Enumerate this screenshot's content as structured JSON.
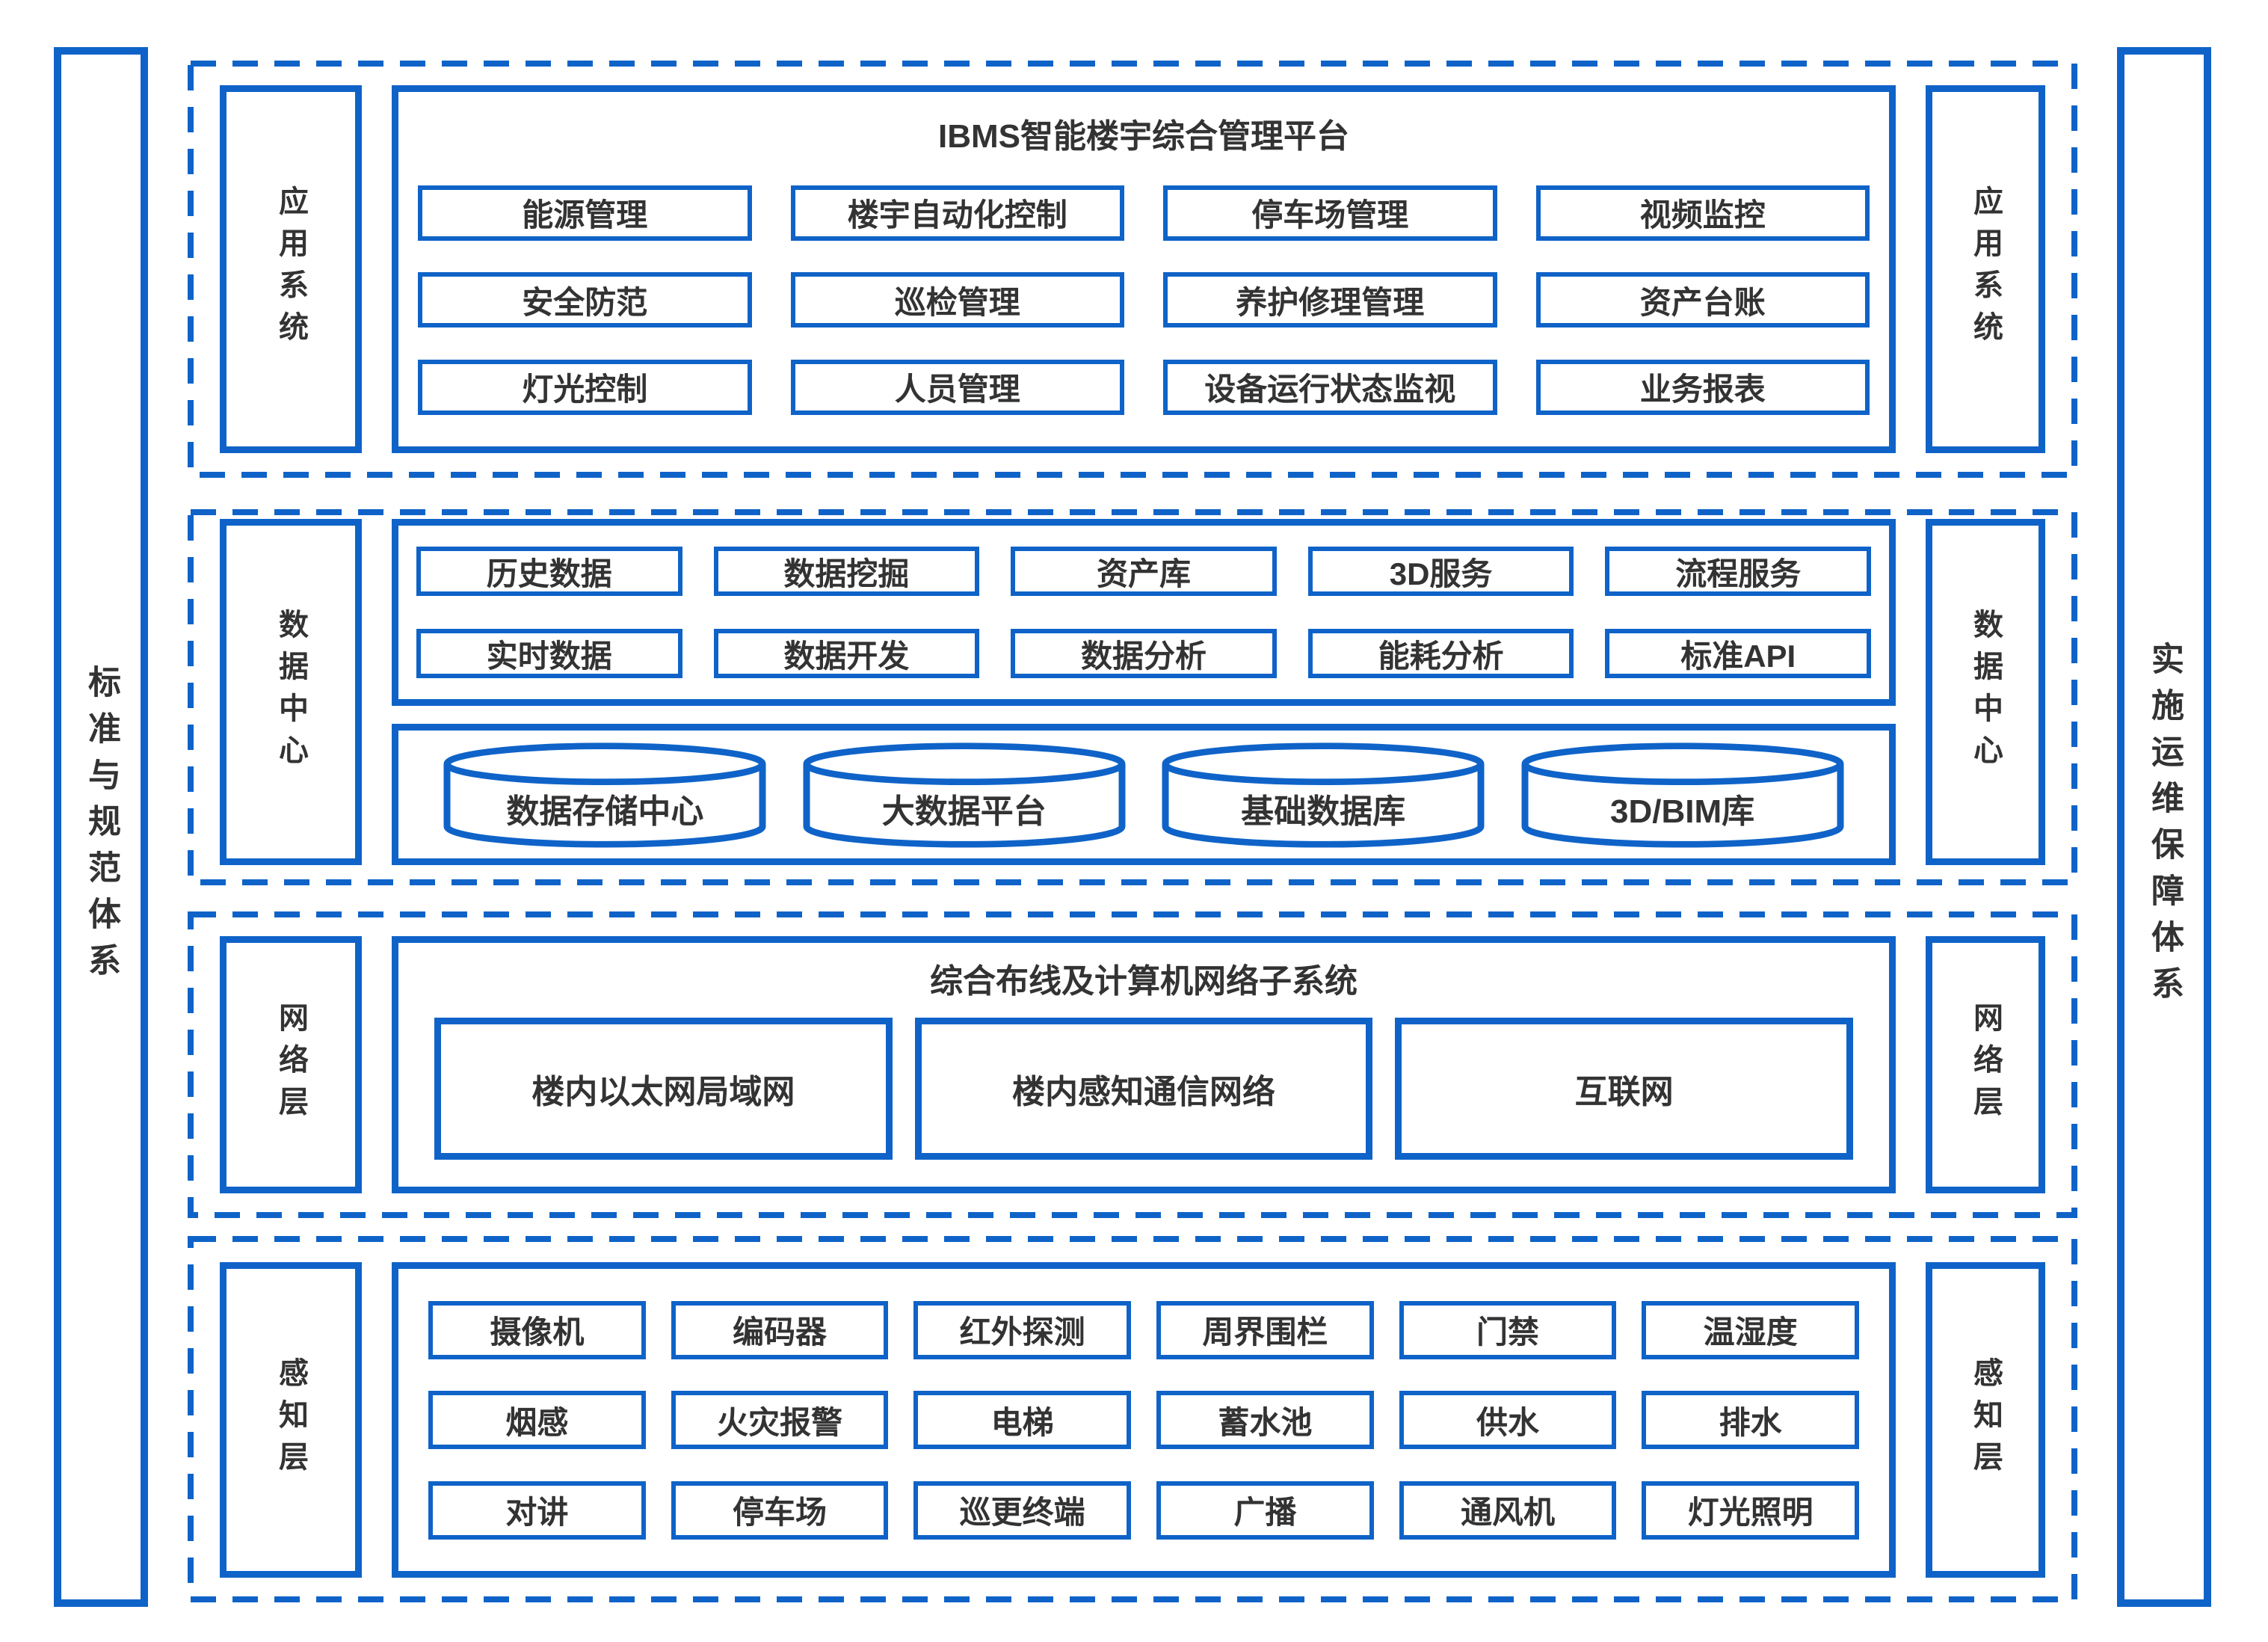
{
  "colors": {
    "accent": "#0F63C8",
    "text": "#333333"
  },
  "left_bar": {
    "label": "标准与规范体系"
  },
  "right_bar": {
    "label": "实施运维保障体系"
  },
  "layers": [
    {
      "id": "application",
      "side_label": "应用系统",
      "platform_title": "IBMS智能楼宇综合管理平台",
      "items": [
        "能源管理",
        "楼宇自动化控制",
        "停车场管理",
        "视频监控",
        "安全防范",
        "巡检管理",
        "养护修理管理",
        "资产台账",
        "灯光控制",
        "人员管理",
        "设备运行状态监视",
        "业务报表"
      ]
    },
    {
      "id": "data-center",
      "side_label": "数据中心",
      "service_items": [
        "历史数据",
        "数据挖掘",
        "资产库",
        "3D服务",
        "流程服务",
        "实时数据",
        "数据开发",
        "数据分析",
        "能耗分析",
        "标准API"
      ],
      "storage_items": [
        "数据存储中心",
        "大数据平台",
        "基础数据库",
        "3D/BIM库"
      ]
    },
    {
      "id": "network",
      "side_label": "网络层",
      "subsystem_title": "综合布线及计算机网络子系统",
      "items": [
        "楼内以太网局域网",
        "楼内感知通信网络",
        "互联网"
      ]
    },
    {
      "id": "perception",
      "side_label": "感知层",
      "items": [
        "摄像机",
        "编码器",
        "红外探测",
        "周界围栏",
        "门禁",
        "温湿度",
        "烟感",
        "火灾报警",
        "电梯",
        "蓄水池",
        "供水",
        "排水",
        "对讲",
        "停车场",
        "巡更终端",
        "广播",
        "通风机",
        "灯光照明"
      ]
    }
  ]
}
